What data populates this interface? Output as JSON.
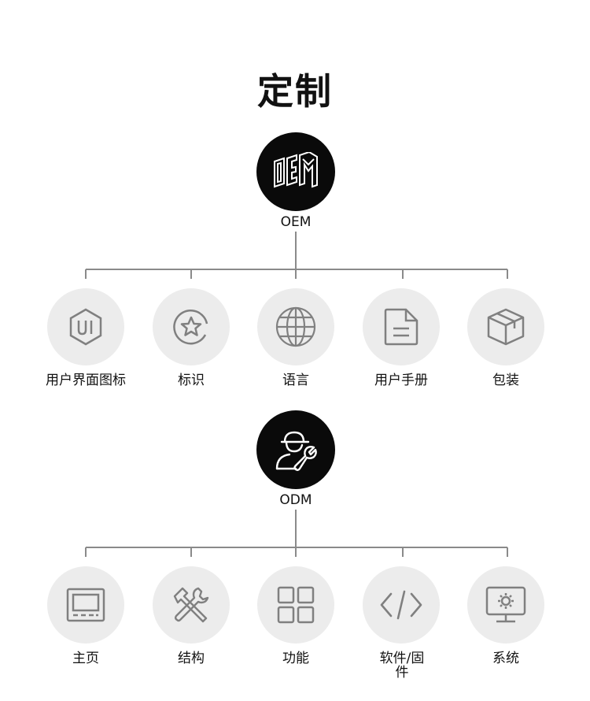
{
  "title": "定制",
  "oem": {
    "label": "OEM",
    "icon": "oem-logo-icon",
    "children": [
      {
        "label": "用户界面图标",
        "icon": "ui-icon"
      },
      {
        "label": "标识",
        "icon": "star-badge-icon"
      },
      {
        "label": "语言",
        "icon": "globe-icon"
      },
      {
        "label": "用户手册",
        "icon": "document-icon"
      },
      {
        "label": "包装",
        "icon": "box-icon"
      }
    ]
  },
  "odm": {
    "label": "ODM",
    "icon": "engineer-wrench-icon",
    "children": [
      {
        "label": "主页",
        "icon": "screen-icon"
      },
      {
        "label": "结构",
        "icon": "tools-icon"
      },
      {
        "label": "功能",
        "icon": "grid-icon"
      },
      {
        "label": "软件/固件",
        "icon": "code-icon"
      },
      {
        "label": "系统",
        "icon": "monitor-gear-icon"
      }
    ]
  },
  "colors": {
    "root": "#0a0a0a",
    "child": "#ececec",
    "line": "#8a8a8a",
    "icon": "#808080"
  }
}
